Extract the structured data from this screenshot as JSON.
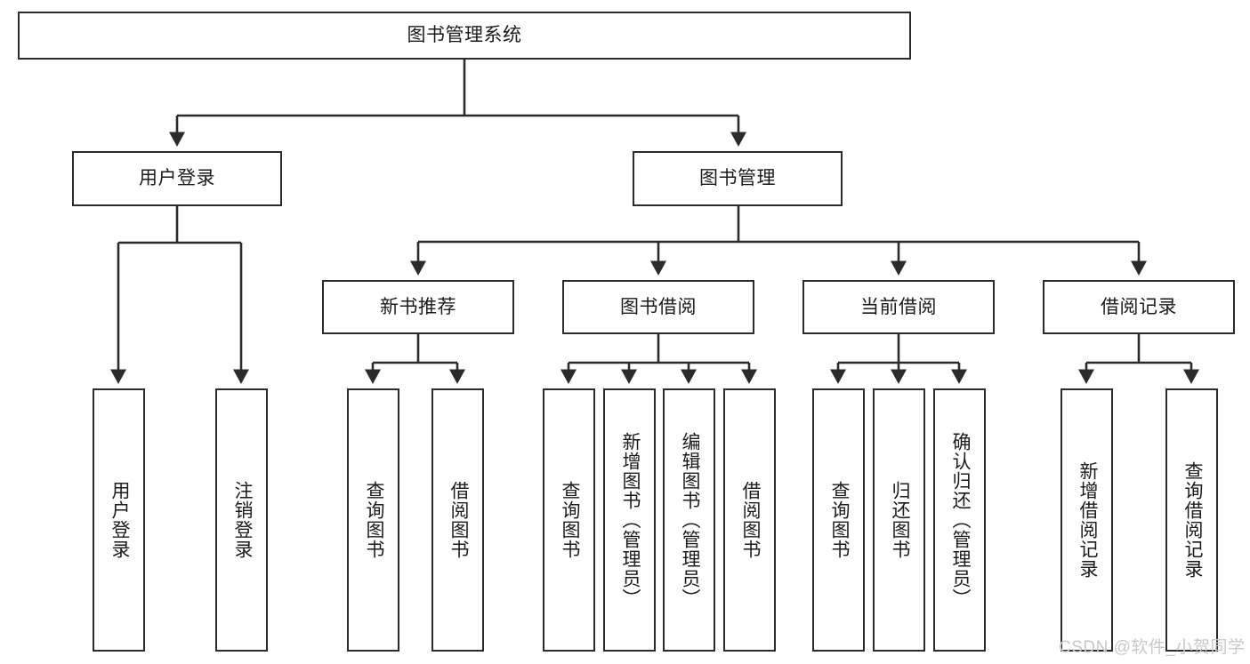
{
  "diagram": {
    "title": "图书管理系统",
    "type": "tree-hierarchy-chart",
    "colors": {
      "box_border": "#2b2b2b",
      "box_fill": "#ffffff",
      "edge": "#2b2b2b",
      "text": "#1b1b1b",
      "watermark": "#c9c9c9"
    },
    "root": {
      "label": "图书管理系统"
    },
    "level2": [
      {
        "label": "用户登录"
      },
      {
        "label": "图书管理"
      }
    ],
    "level3": [
      {
        "label": "新书推荐"
      },
      {
        "label": "图书借阅"
      },
      {
        "label": "当前借阅"
      },
      {
        "label": "借阅记录"
      }
    ],
    "leaves": {
      "user_login": [
        {
          "label": "用户登录"
        },
        {
          "label": "注销登录"
        }
      ],
      "new_book_recommend": [
        {
          "label": "查询图书"
        },
        {
          "label": "借阅图书"
        }
      ],
      "book_borrow": [
        {
          "label": "查询图书"
        },
        {
          "label": "新增图书（管理员）"
        },
        {
          "label": "编辑图书（管理员）"
        },
        {
          "label": "借阅图书"
        }
      ],
      "current_borrow": [
        {
          "label": "查询图书"
        },
        {
          "label": "归还图书"
        },
        {
          "label": "确认归还（管理员）"
        }
      ],
      "borrow_record": [
        {
          "label": "新增借阅记录"
        },
        {
          "label": "查询借阅记录"
        }
      ]
    },
    "watermark": "CSDN @软件_小贺同学"
  }
}
